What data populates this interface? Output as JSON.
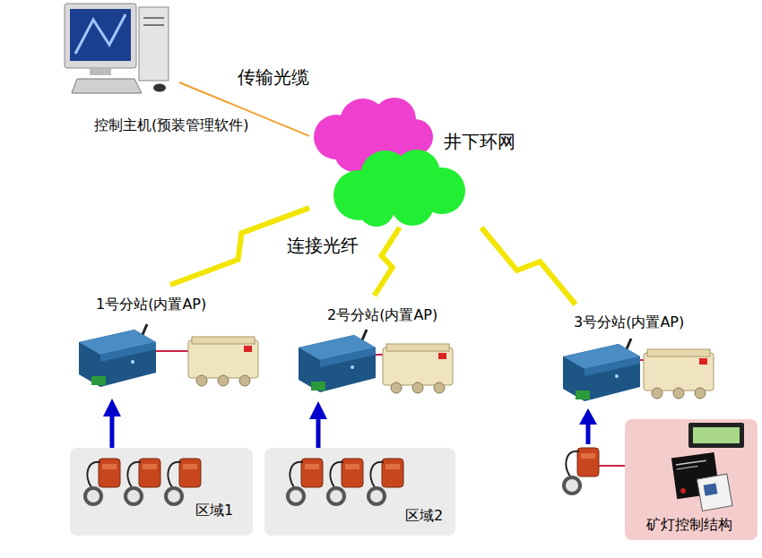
{
  "diagram": {
    "nodes": [
      {
        "text": [
          "控制主机(预装管理软件)"
        ]
      },
      {
        "text": [
          "井下环网"
        ]
      },
      {
        "text": [
          "1号分站(内置AP)"
        ]
      },
      {
        "text": [
          "2号分站(内置AP)"
        ]
      },
      {
        "text": [
          "3号分站(内置AP)"
        ]
      },
      {
        "text": [
          "区域1"
        ]
      },
      {
        "text": [
          "区域2"
        ]
      },
      {
        "text": [
          "矿灯控制结构"
        ]
      }
    ],
    "edges": [
      {
        "from": 0,
        "to": 1,
        "arrow": "none",
        "label": "传输光缆"
      },
      {
        "from": 1,
        "to": 2,
        "arrow": "none"
      },
      {
        "from": 1,
        "to": 3,
        "arrow": "none"
      },
      {
        "from": 1,
        "to": 4,
        "arrow": "none"
      },
      {
        "from": 5,
        "to": 2,
        "arrow": "to"
      },
      {
        "from": 6,
        "to": 3,
        "arrow": "to"
      }
    ],
    "labels": [
      "连接光纤"
    ]
  }
}
